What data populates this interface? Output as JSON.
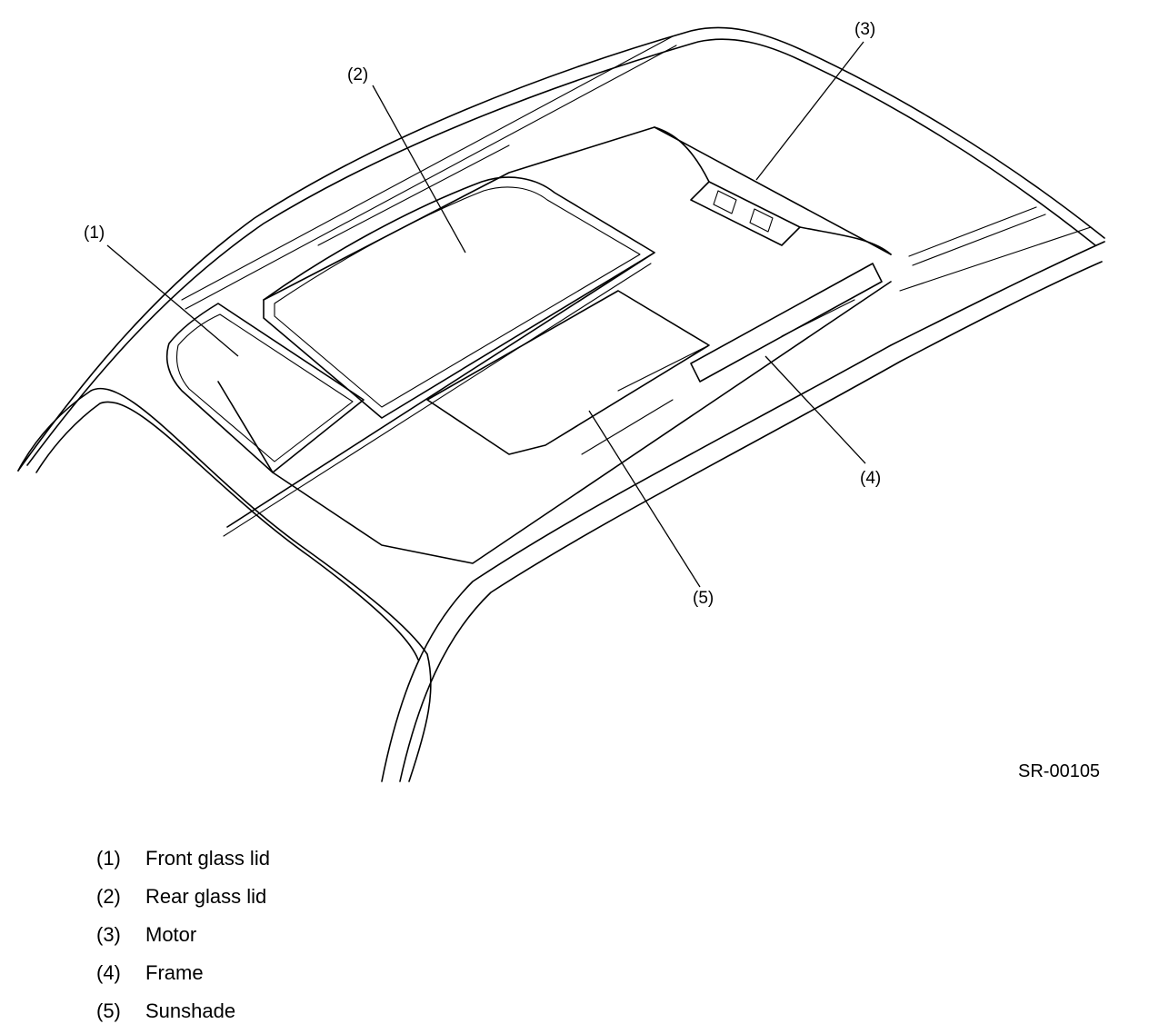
{
  "figure_id": "SR-00105",
  "callouts": {
    "c1": "(1)",
    "c2": "(2)",
    "c3": "(3)",
    "c4": "(4)",
    "c5": "(5)"
  },
  "legend": [
    {
      "num": "(1)",
      "label": "Front glass lid"
    },
    {
      "num": "(2)",
      "label": "Rear glass lid"
    },
    {
      "num": "(3)",
      "label": "Motor"
    },
    {
      "num": "(4)",
      "label": "Frame"
    },
    {
      "num": "(5)",
      "label": "Sunshade"
    }
  ]
}
